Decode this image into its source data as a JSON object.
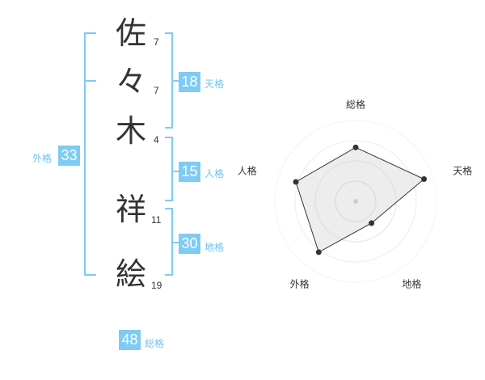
{
  "name_chars": [
    {
      "char": "佐",
      "strokes": "7"
    },
    {
      "char": "々",
      "strokes": "7"
    },
    {
      "char": "木",
      "strokes": "4"
    },
    {
      "char": "祥",
      "strokes": "11"
    },
    {
      "char": "絵",
      "strokes": "19"
    }
  ],
  "fortune": {
    "tenkaku": {
      "value": "18",
      "label": "天格"
    },
    "jinkaku": {
      "value": "15",
      "label": "人格"
    },
    "chikaku": {
      "value": "30",
      "label": "地格"
    },
    "gaikaku": {
      "value": "33",
      "label": "外格"
    },
    "soukaku": {
      "value": "48",
      "label": "総格"
    }
  },
  "colors": {
    "accent": "#7ecbf5",
    "accent_text": "#6fc3ee",
    "text": "#333333"
  },
  "radar": {
    "axes": [
      "総格",
      "天格",
      "地格",
      "外格",
      "人格"
    ],
    "levels": 4,
    "values": [
      3,
      4,
      1.5,
      3.5,
      3.5
    ],
    "max": 4.5
  }
}
